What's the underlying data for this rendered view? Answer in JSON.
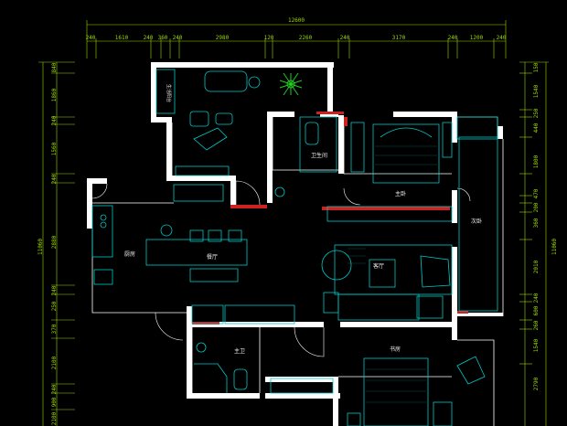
{
  "colors": {
    "background": "#000000",
    "wall": "#ffffff",
    "furniture": "#00c8c8",
    "dimension": "#9bd800",
    "accent": "#cc2222",
    "plant": "#22cc22"
  },
  "dimensions": {
    "total_width": "12600",
    "top": [
      "240",
      "1610",
      "240",
      "360",
      "240",
      "2980",
      "120",
      "2260",
      "240",
      "3170",
      "240",
      "1200",
      "240"
    ],
    "left": [
      "840",
      "1860",
      "240",
      "1560",
      "240",
      "2880",
      "240",
      "250",
      "370",
      "2100",
      "240",
      "900",
      "2100"
    ],
    "left_total": "11060",
    "right": [
      "150",
      "1540",
      "250",
      "440",
      "1800",
      "470",
      "200",
      "360",
      "2010",
      "240",
      "600",
      "260",
      "1540",
      "2790"
    ],
    "right_total": "11060"
  },
  "rooms": {
    "balcony": "生活阳台",
    "toilet": "卫生间",
    "bedroom_master": "主卧",
    "bedroom_2": "次卧",
    "kitchen": "厨房",
    "dining": "餐厅",
    "living": "客厅",
    "bathroom": "主卫",
    "bedroom_3": "书房"
  },
  "icons": [
    "plant-icon",
    "chair-icon",
    "bathtub-icon",
    "bed-icon",
    "toilet-icon",
    "sink-icon",
    "stove-icon",
    "sofa-icon",
    "table-icon"
  ]
}
